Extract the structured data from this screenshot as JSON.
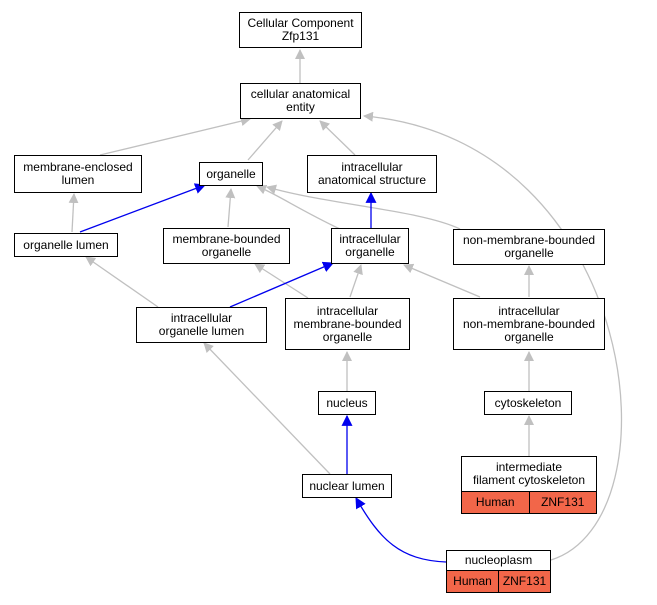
{
  "nodes": {
    "root": {
      "label": "Cellular Component\nZfp131"
    },
    "cae": {
      "label": "cellular anatomical\nentity"
    },
    "mel": {
      "label": "membrane-enclosed\nlumen"
    },
    "org": {
      "label": "organelle"
    },
    "ias": {
      "label": "intracellular\nanatomical structure"
    },
    "orgl": {
      "label": "organelle lumen"
    },
    "mbo": {
      "label": "membrane-bounded\norganelle"
    },
    "io": {
      "label": "intracellular\norganelle"
    },
    "nmbo": {
      "label": "non-membrane-bounded\norganelle"
    },
    "iol": {
      "label": "intracellular\norganelle lumen"
    },
    "imbo": {
      "label": "intracellular\nmembrane-bounded\norganelle"
    },
    "inmbo": {
      "label": "intracellular\nnon-membrane-bounded\norganelle"
    },
    "nuc": {
      "label": "nucleus"
    },
    "cyto": {
      "label": "cytoskeleton"
    },
    "ifc": {
      "label": "intermediate\nfilament cytoskeleton",
      "tags": [
        "Human",
        "ZNF131"
      ]
    },
    "nl": {
      "label": "nuclear lumen"
    },
    "np": {
      "label": "nucleoplasm",
      "tags": [
        "Human",
        "ZNF131"
      ]
    }
  },
  "colors": {
    "edge_gray": "#c0c0c0",
    "edge_blue": "#0000ee",
    "tag_fill": "#f26649"
  }
}
